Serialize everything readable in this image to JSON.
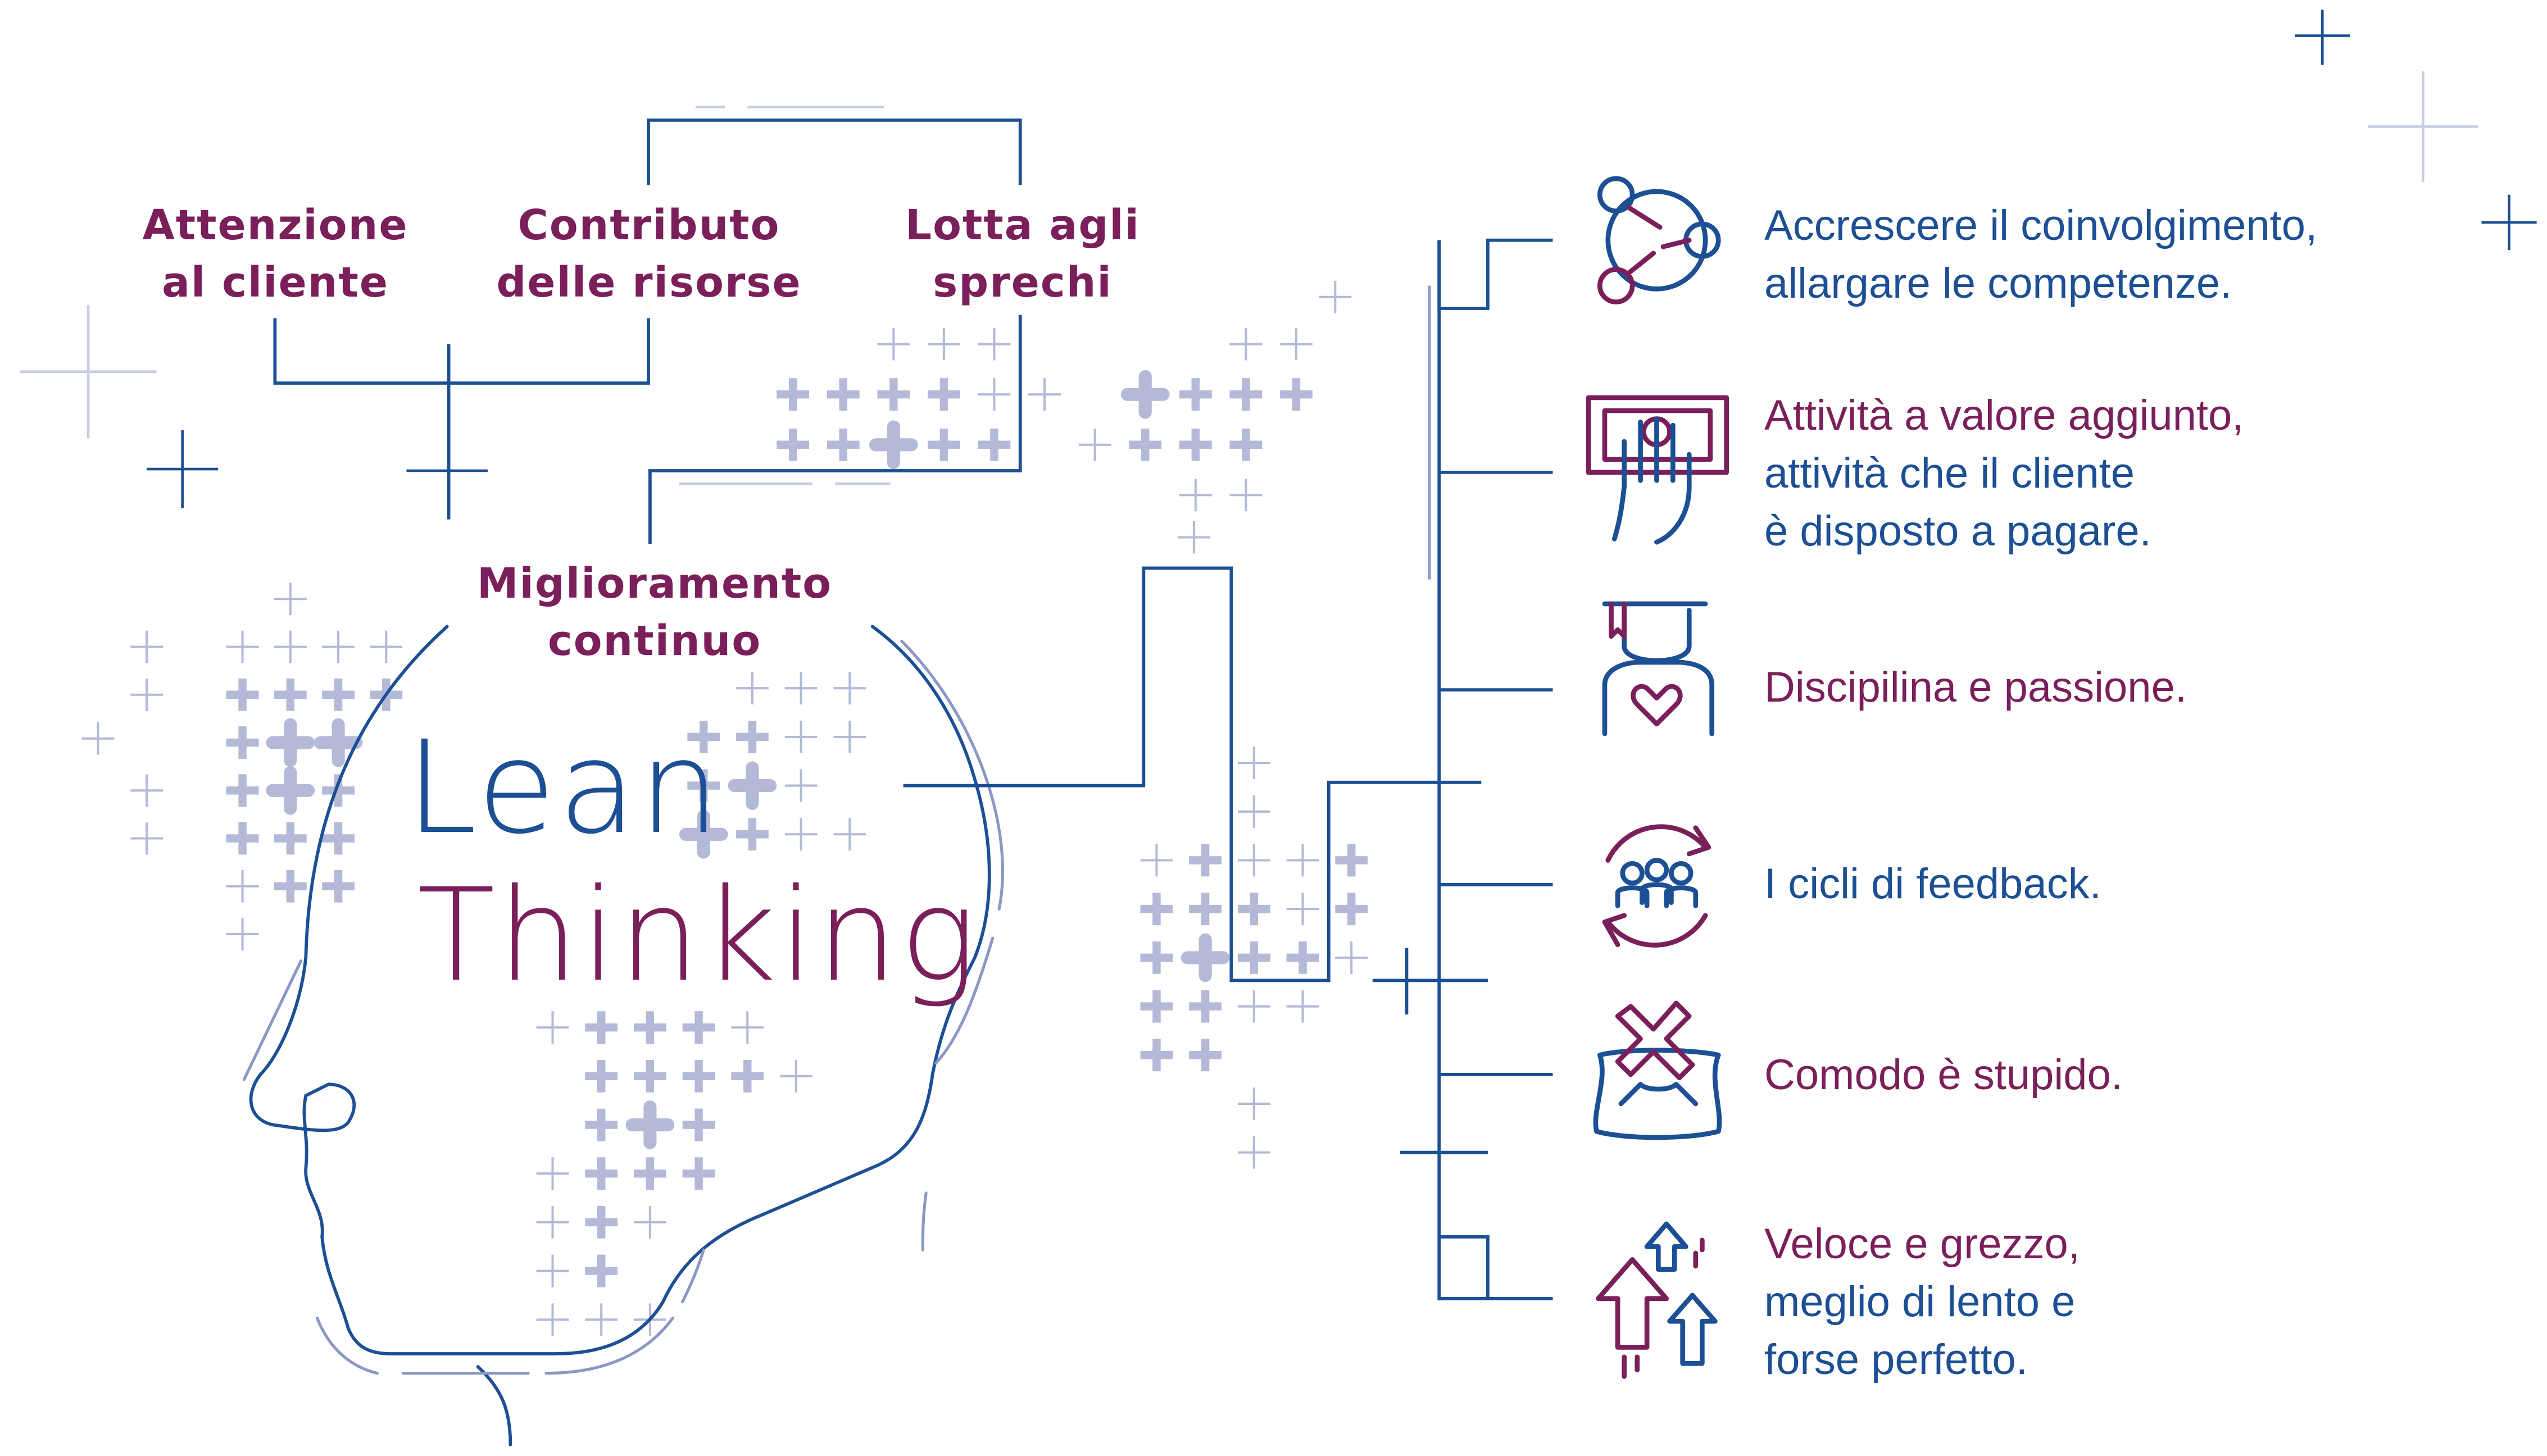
{
  "colors": {
    "blue": "#1c4f94",
    "plum": "#7a1f5a",
    "pale": "#b3b9d6",
    "pale_line": "#c8cde2"
  },
  "pillars": [
    {
      "line1": "Attenzione",
      "line2": "al cliente"
    },
    {
      "line1": "Contributo",
      "line2": "delle risorse"
    },
    {
      "line1": "Lotta agli",
      "line2": "sprechi"
    },
    {
      "line1": "Miglioramento",
      "line2": "continuo"
    }
  ],
  "title": {
    "word1": "Lean",
    "word2": "Thinking"
  },
  "principles": [
    {
      "icon": "team-hands-icon",
      "line1": "Accrescere il coinvolgimento,",
      "line2": "allargare le competenze."
    },
    {
      "icon": "money-hand-icon",
      "line1": "Attività a valore aggiunto,",
      "line2": "attività che il cliente",
      "line3": "è disposto a pagare."
    },
    {
      "icon": "graduate-heart-icon",
      "line1": "Discipilina e passione."
    },
    {
      "icon": "feedback-cycle-icon",
      "line1": "I cicli di feedback."
    },
    {
      "icon": "crossed-pillow-icon",
      "line1": "Comodo è stupido."
    },
    {
      "icon": "speed-arrows-icon",
      "line1": "Veloce e grezzo,",
      "line2": "meglio di lento e",
      "line3": "forse perfetto."
    }
  ]
}
